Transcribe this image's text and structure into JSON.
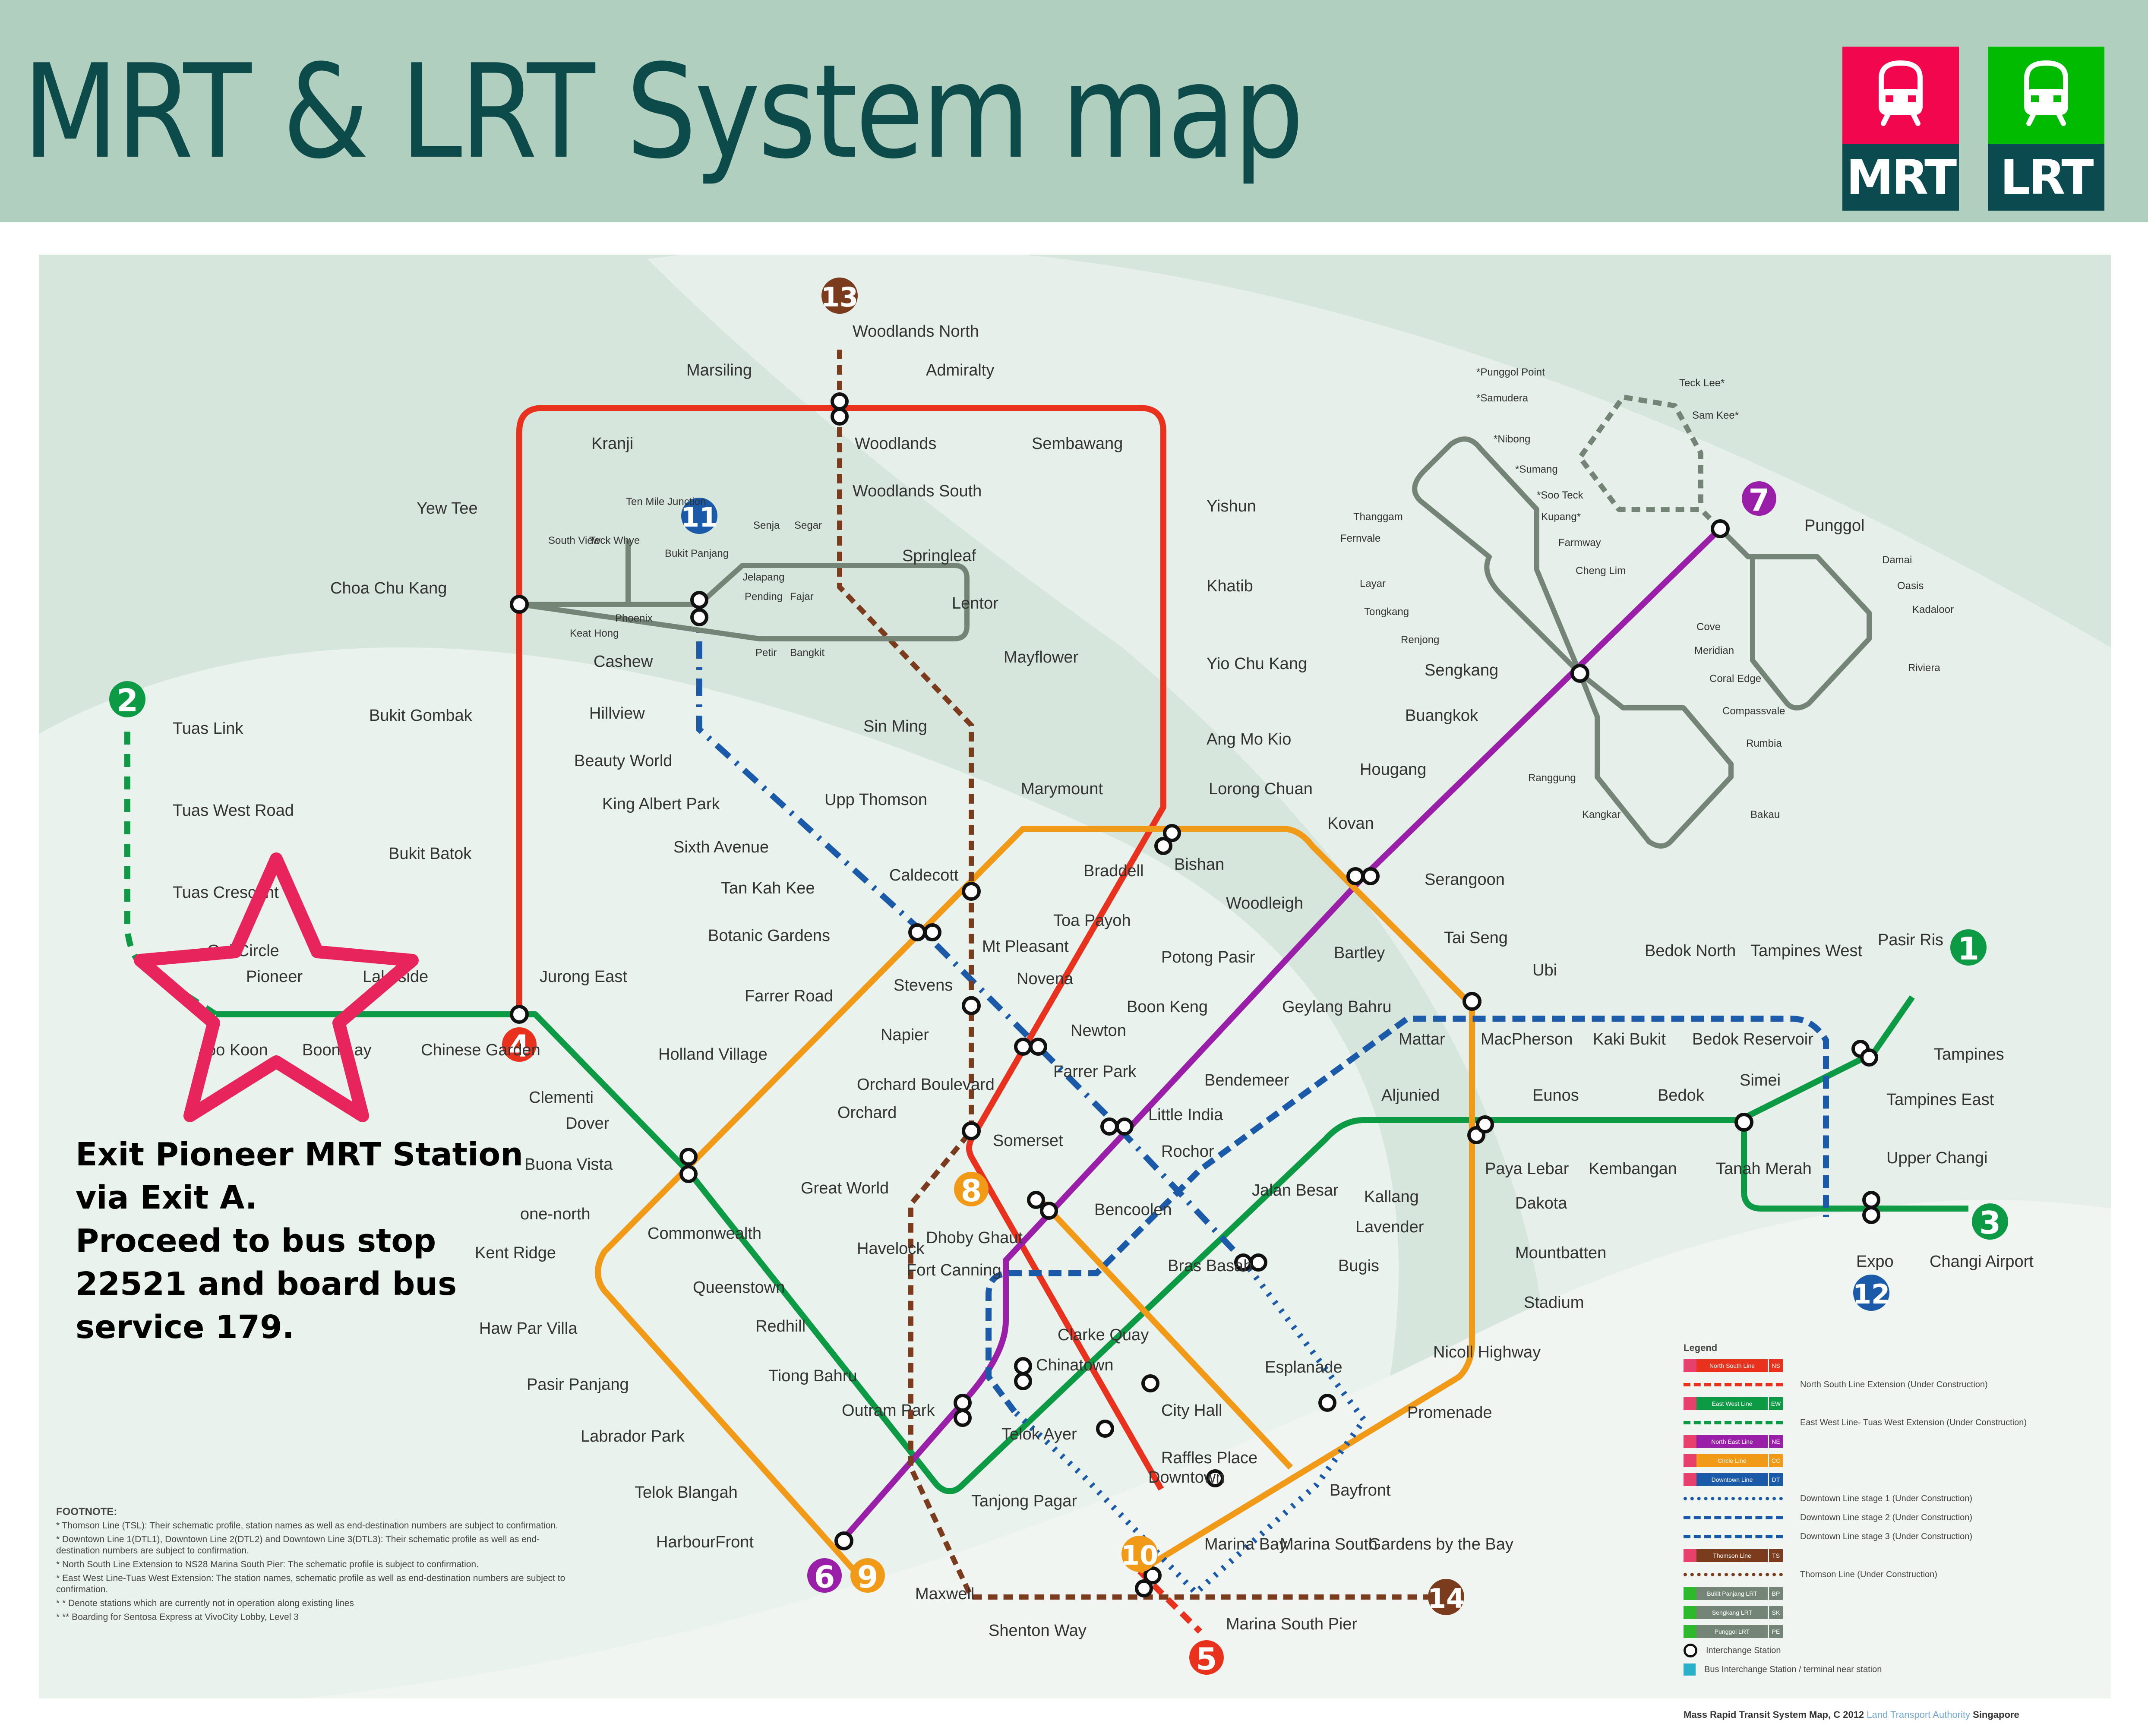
{
  "header": {
    "title": "MRT & LRT System map",
    "logos": [
      {
        "label": "MRT",
        "color": "#f2064e",
        "icon": "train-icon"
      },
      {
        "label": "LRT",
        "color": "#00bb00",
        "icon": "train-icon"
      }
    ],
    "background": "#b0cfbe",
    "title_color": "#0d4a4a"
  },
  "annotation": {
    "lines": [
      "Exit Pioneer MRT Station",
      "via Exit A.",
      "Proceed to bus stop",
      "22521 and board bus",
      "service 179."
    ],
    "highlight_shape": "star",
    "highlight_color": "#e8245c",
    "highlight_station": "Pioneer"
  },
  "lines": {
    "north_south": {
      "name": "North South Line",
      "code": "NS",
      "color": "#e8321e"
    },
    "east_west": {
      "name": "East West Line",
      "code": "EW",
      "color": "#0c9a45"
    },
    "north_east": {
      "name": "North East Line",
      "code": "NE",
      "color": "#9a1fa8"
    },
    "circle": {
      "name": "Circle Line",
      "code": "CC",
      "color": "#f09a18"
    },
    "downtown": {
      "name": "Downtown Line",
      "code": "DT",
      "color": "#1a5aa8"
    },
    "thomson": {
      "name": "Thomson Line",
      "code": "TS",
      "color": "#7a3c1c"
    },
    "bukit_panjang_lrt": {
      "name": "Bukit Panjang LRT",
      "code": "BP",
      "color": "#748477"
    },
    "sengkang_lrt": {
      "name": "Sengkang LRT",
      "code": "SK",
      "color": "#748477"
    },
    "punggol_lrt": {
      "name": "Punggol LRT",
      "code": "PE",
      "color": "#748477"
    }
  },
  "terminus_badges": [
    {
      "num": "1",
      "color": "#0c9a45"
    },
    {
      "num": "2",
      "color": "#0c9a45"
    },
    {
      "num": "3",
      "color": "#0c9a45"
    },
    {
      "num": "4",
      "color": "#e8321e"
    },
    {
      "num": "5",
      "color": "#e8321e"
    },
    {
      "num": "6",
      "color": "#9a1fa8"
    },
    {
      "num": "7",
      "color": "#9a1fa8"
    },
    {
      "num": "8",
      "color": "#f09a18"
    },
    {
      "num": "9",
      "color": "#f09a18"
    },
    {
      "num": "10",
      "color": "#f09a18"
    },
    {
      "num": "11",
      "color": "#1a5aa8"
    },
    {
      "num": "12",
      "color": "#1a5aa8"
    },
    {
      "num": "13",
      "color": "#7a3c1c"
    },
    {
      "num": "14",
      "color": "#7a3c1c"
    }
  ],
  "stations": {
    "tuas_link": "Tuas Link",
    "tuas_west_road": "Tuas West Road",
    "tuas_crescent": "Tuas Crescent",
    "gul_circle": "Gul Circle",
    "pioneer": "Pioneer",
    "joo_koon": "Joo Koon",
    "boon_lay": "Boon Lay",
    "lakeside": "Lakeside",
    "chinese_garden": "Chinese Garden",
    "jurong_east": "Jurong East",
    "clementi": "Clementi",
    "dover": "Dover",
    "buona_vista": "Buona Vista",
    "commonwealth": "Commonwealth",
    "queenstown": "Queenstown",
    "redhill": "Redhill",
    "tiong_bahru": "Tiong Bahru",
    "outram_park": "Outram Park",
    "tanjong_pagar": "Tanjong Pagar",
    "raffles_place": "Raffles Place",
    "city_hall": "City Hall",
    "bugis": "Bugis",
    "lavender": "Lavender",
    "kallang": "Kallang",
    "aljunied": "Aljunied",
    "paya_lebar": "Paya Lebar",
    "eunos": "Eunos",
    "kembangan": "Kembangan",
    "bedok": "Bedok",
    "tanah_merah": "Tanah Merah",
    "simei": "Simei",
    "tampines": "Tampines",
    "pasir_ris": "Pasir Ris",
    "expo": "Expo",
    "changi_airport": "Changi Airport",
    "yew_tee": "Yew Tee",
    "choa_chu_kang": "Choa Chu Kang",
    "bukit_gombak": "Bukit Gombak",
    "bukit_batok": "Bukit Batok",
    "kranji": "Kranji",
    "marsiling": "Marsiling",
    "woodlands": "Woodlands",
    "admiralty": "Admiralty",
    "sembawang": "Sembawang",
    "yishun": "Yishun",
    "khatib": "Khatib",
    "yio_chu_kang": "Yio Chu Kang",
    "ang_mo_kio": "Ang Mo Kio",
    "bishan": "Bishan",
    "braddell": "Braddell",
    "toa_payoh": "Toa Payoh",
    "novena": "Novena",
    "newton": "Newton",
    "orchard": "Orchard",
    "somerset": "Somerset",
    "dhoby_ghaut": "Dhoby Ghaut",
    "marina_bay": "Marina Bay",
    "marina_south_pier": "Marina South Pier",
    "harbourfront": "HarbourFront",
    "chinatown": "Chinatown",
    "clarke_quay": "Clarke Quay",
    "little_india": "Little India",
    "farrer_park": "Farrer Park",
    "boon_keng": "Boon Keng",
    "potong_pasir": "Potong Pasir",
    "woodleigh": "Woodleigh",
    "serangoon": "Serangoon",
    "kovan": "Kovan",
    "hougang": "Hougang",
    "buangkok": "Buangkok",
    "sengkang": "Sengkang",
    "punggol": "Punggol",
    "bras_basah": "Bras Basah",
    "esplanade": "Esplanade",
    "promenade": "Promenade",
    "nicoll_highway": "Nicoll Highway",
    "stadium": "Stadium",
    "mountbatten": "Mountbatten",
    "dakota": "Dakota",
    "macpherson": "MacPherson",
    "tai_seng": "Tai Seng",
    "bartley": "Bartley",
    "lorong_chuan": "Lorong Chuan",
    "marymount": "Marymount",
    "caldecott": "Caldecott",
    "botanic_gardens": "Botanic Gardens",
    "farrer_road": "Farrer Road",
    "holland_village": "Holland Village",
    "one_north": "one-north",
    "kent_ridge": "Kent Ridge",
    "haw_par_villa": "Haw Par Villa",
    "pasir_panjang": "Pasir  Panjang",
    "labrador_park": "Labrador Park",
    "telok_blangah": "Telok Blangah",
    "bayfront": "Bayfront",
    "downtown": "Downtown",
    "telok_ayer": "Telok Ayer",
    "fort_canning": "Fort Canning",
    "bencoolen": "Bencoolen",
    "jalan_besar": "Jalan Besar",
    "bendemeer": "Bendemeer",
    "geylang_bahru": "Geylang Bahru",
    "mattar": "Mattar",
    "ubi": "Ubi",
    "kaki_bukit": "Kaki Bukit",
    "bedok_north": "Bedok North",
    "bedok_reservoir": "Bedok Reservoir",
    "tampines_west": "Tampines West",
    "tampines_east": "Tampines East",
    "upper_changi": "Upper Changi",
    "rochor": "Rochor",
    "stevens": "Stevens",
    "tan_kah_kee": "Tan Kah Kee",
    "sixth_avenue": "Sixth Avenue",
    "king_albert_park": "King Albert Park",
    "beauty_world": "Beauty World",
    "hillview": "Hillview",
    "cashew": "Cashew",
    "bukit_panjang": "Bukit Panjang",
    "woodlands_north": "Woodlands North",
    "woodlands_south": "Woodlands South",
    "springleaf": "Springleaf",
    "lentor": "Lentor",
    "mayflower": "Mayflower",
    "sin_ming": "Sin Ming",
    "upp_thomson": "Upp Thomson",
    "mt_pleasant": "Mt Pleasant",
    "napier": "Napier",
    "orchard_boulevard": "Orchard Boulevard",
    "great_world": "Great World",
    "havelock": "Havelock",
    "maxwell": "Maxwell",
    "shenton_way": "Shenton Way",
    "marina_south": "Marina South",
    "gardens_by_the_bay": "Gardens by the Bay",
    "south_view": "South View",
    "keat_hong": "Keat Hong",
    "teck_whye": "Teck Whye",
    "phoenix": "Phoenix",
    "ten_mile_junction": "Ten Mile Junction",
    "senja": "Senja",
    "segar": "Segar",
    "jelapang": "Jelapang",
    "fajar": "Fajar",
    "pending": "Pending",
    "petir": "Petir",
    "bangkit": "Bangkit",
    "thanggam": "Thanggam",
    "fernvale": "Fernvale",
    "layar": "Layar",
    "tongkang": "Tongkang",
    "renjong": "Renjong",
    "kupang": "Kupang*",
    "farmway": "Farmway",
    "cheng_lim": "Cheng Lim",
    "compassvale": "Compassvale",
    "rumbia": "Rumbia",
    "bakau": "Bakau",
    "kangkar": "Kangkar",
    "ranggung": "Ranggung",
    "punggol_point": "*Punggol Point",
    "samudera": "*Samudera",
    "nibong": "*Nibong",
    "sumang": "*Sumang",
    "soo_teck": "*Soo Teck",
    "teck_lee": "Teck Lee*",
    "sam_kee": "Sam Kee*",
    "damai": "Damai",
    "oasis": "Oasis",
    "kadaloor": "Kadaloor",
    "riviera": "Riviera",
    "coral_edge": "Coral Edge",
    "meridian": "Meridian",
    "cove": "Cove"
  },
  "footnote": {
    "heading": "FOOTNOTE:",
    "items": [
      "* Thomson Line (TSL): Their schematic profile, station names as well as end-destination numbers are subject to confirmation.",
      "* Downtown Line 1(DTL1), Downtown Line 2(DTL2) and Downtown Line 3(DTL3): Their schematic profile as well as end-destination numbers are subject to confirmation.",
      "* North South Line Extension to NS28 Marina South Pier: The schematic profile is subject to confirmation.",
      "* East West Line-Tuas West Extension: The station names, schematic profile as well as end-destination numbers are subject to confirmation.",
      "* * Denote stations which are currently not in operation along existing lines",
      "* ** Boarding for Sentosa Express at VivoCity Lobby, Level 3"
    ]
  },
  "legend": {
    "title": "Legend",
    "items": [
      {
        "type": "bar",
        "label": "North South Line",
        "code": "NS",
        "color": "#e8321e"
      },
      {
        "type": "dash",
        "label": "North South Line Extension (Under Construction)",
        "color": "#e8321e"
      },
      {
        "type": "bar",
        "label": "East West Line",
        "code": "EW",
        "color": "#0c9a45"
      },
      {
        "type": "dash",
        "label": "East West Line- Tuas West Extension (Under Construction)",
        "color": "#0c9a45"
      },
      {
        "type": "bar",
        "label": "North East Line",
        "code": "NE",
        "color": "#9a1fa8"
      },
      {
        "type": "bar",
        "label": "Circle Line",
        "code": "CC",
        "color": "#f09a18"
      },
      {
        "type": "bar",
        "label": "Downtown Line",
        "code": "DT",
        "color": "#1a5aa8"
      },
      {
        "type": "dash",
        "label": "Downtown Line stage 1 (Under Construction)",
        "color": "#1a5aa8"
      },
      {
        "type": "dash",
        "label": "Downtown Line stage 2 (Under Construction)",
        "color": "#1a5aa8"
      },
      {
        "type": "dash",
        "label": "Downtown Line stage 3 (Under Construction)",
        "color": "#1a5aa8"
      },
      {
        "type": "bar",
        "label": "Thomson Line",
        "code": "TS",
        "color": "#7a3c1c"
      },
      {
        "type": "dash",
        "label": "Thomson Line (Under Construction)",
        "color": "#7a3c1c"
      },
      {
        "type": "bar",
        "label": "Bukit Panjang LRT",
        "code": "BP",
        "color": "#748477"
      },
      {
        "type": "bar",
        "label": "Sengkang LRT",
        "code": "SK",
        "color": "#748477"
      },
      {
        "type": "bar",
        "label": "Punggol LRT",
        "code": "PE",
        "color": "#748477"
      },
      {
        "type": "marker",
        "label": "Interchange Station"
      },
      {
        "type": "bus",
        "label": "Bus Interchange Station / terminal near station"
      }
    ]
  },
  "copyright": {
    "text": "Mass Rapid Transit System Map,  C  2012",
    "org": "Land Transport Authority",
    "country": "Singapore"
  }
}
